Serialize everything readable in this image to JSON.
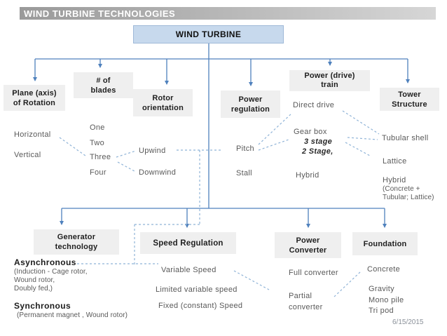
{
  "header": {
    "title": "WIND TURBINE TECHNOLOGIES"
  },
  "root": {
    "label": "WIND TURBINE"
  },
  "categories": {
    "plane": "Plane (axis)\nof Rotation",
    "blades": "# of\nblades",
    "rotor": "Rotor\norientation",
    "power_regulation": "Power\nregulation",
    "drive_train": "Power  (drive)\ntrain",
    "tower": "Tower\nStructure",
    "generator": "Generator\ntechnology",
    "speed_regulation": "Speed Regulation",
    "power_converter": "Power\nConverter",
    "foundation": "Foundation"
  },
  "leaves": {
    "plane": {
      "horizontal": "Horizontal",
      "vertical": "Vertical"
    },
    "blades": {
      "one": "One",
      "two": "Two",
      "three": "Three",
      "four": "Four"
    },
    "rotor": {
      "upwind": "Upwind",
      "downwind": "Downwind"
    },
    "power_regulation": {
      "pitch": "Pitch",
      "stall": "Stall"
    },
    "drive_train": {
      "direct_drive": "Direct drive",
      "gear_box": "Gear box",
      "gear_3stage": "3 stage",
      "gear_2stage": "2 Stage,",
      "hybrid": "Hybrid"
    },
    "tower": {
      "tubular_shell": "Tubular shell",
      "lattice": "Lattice",
      "hybrid": "Hybrid",
      "hybrid_detail": "(Concrete +\nTubular; Lattice)"
    },
    "generator": {
      "asynchronous": "Asynchronous",
      "asynchronous_detail": "(Induction - Cage rotor,\nWound rotor,\nDoubly fed,)",
      "synchronous": "Synchronous",
      "synchronous_detail": "(Permanent magnet , Wound rotor)"
    },
    "speed_regulation": {
      "variable": "Variable Speed",
      "limited": "Limited variable speed",
      "fixed": "Fixed  (constant) Speed"
    },
    "power_converter": {
      "full": "Full  converter",
      "partial": "Partial\nconverter"
    },
    "foundation": {
      "concrete": "Concrete",
      "types": "Gravity\nMono pile\nTri pod"
    }
  },
  "footer": {
    "date": "6/15/2015"
  },
  "colors": {
    "line": "#4f81bd",
    "dashed_line": "#8fb3d7",
    "root_fill": "#c7d9ed",
    "root_border": "#9fb9d8",
    "box_fill": "#efefef",
    "header_grad_start": "#9a9a9a",
    "header_grad_end": "#d6d6d6"
  }
}
